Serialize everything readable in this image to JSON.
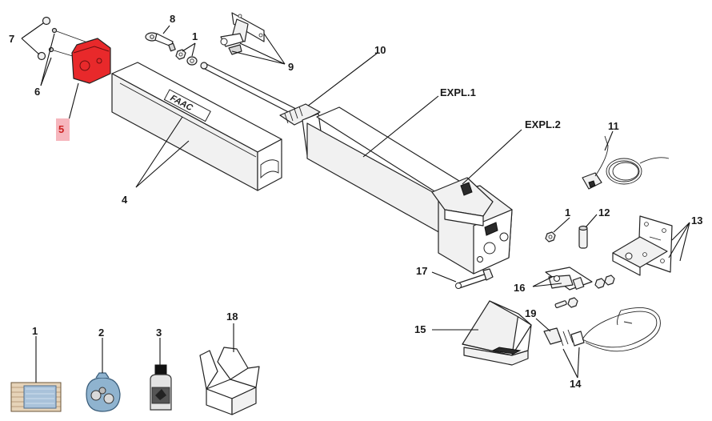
{
  "diagram": {
    "highlighted_part": "5",
    "highlight_color": "#e8292b",
    "highlight_label_bg": "#f6b6bd",
    "brand_mark": "FAAC",
    "labels": {
      "p1_top": "1",
      "p4": "4",
      "p5": "5",
      "p6": "6",
      "p7": "7",
      "p8": "8",
      "p9": "9",
      "p10": "10",
      "expl1": "EXPL.1",
      "expl2": "EXPL.2",
      "p11": "11",
      "p1_mid": "1",
      "p12": "12",
      "p13": "13",
      "p14": "14",
      "p15": "15",
      "p16": "16",
      "p17": "17",
      "p19": "19",
      "kit1": "1",
      "kit2": "2",
      "kit3": "3",
      "kit18": "18"
    }
  }
}
